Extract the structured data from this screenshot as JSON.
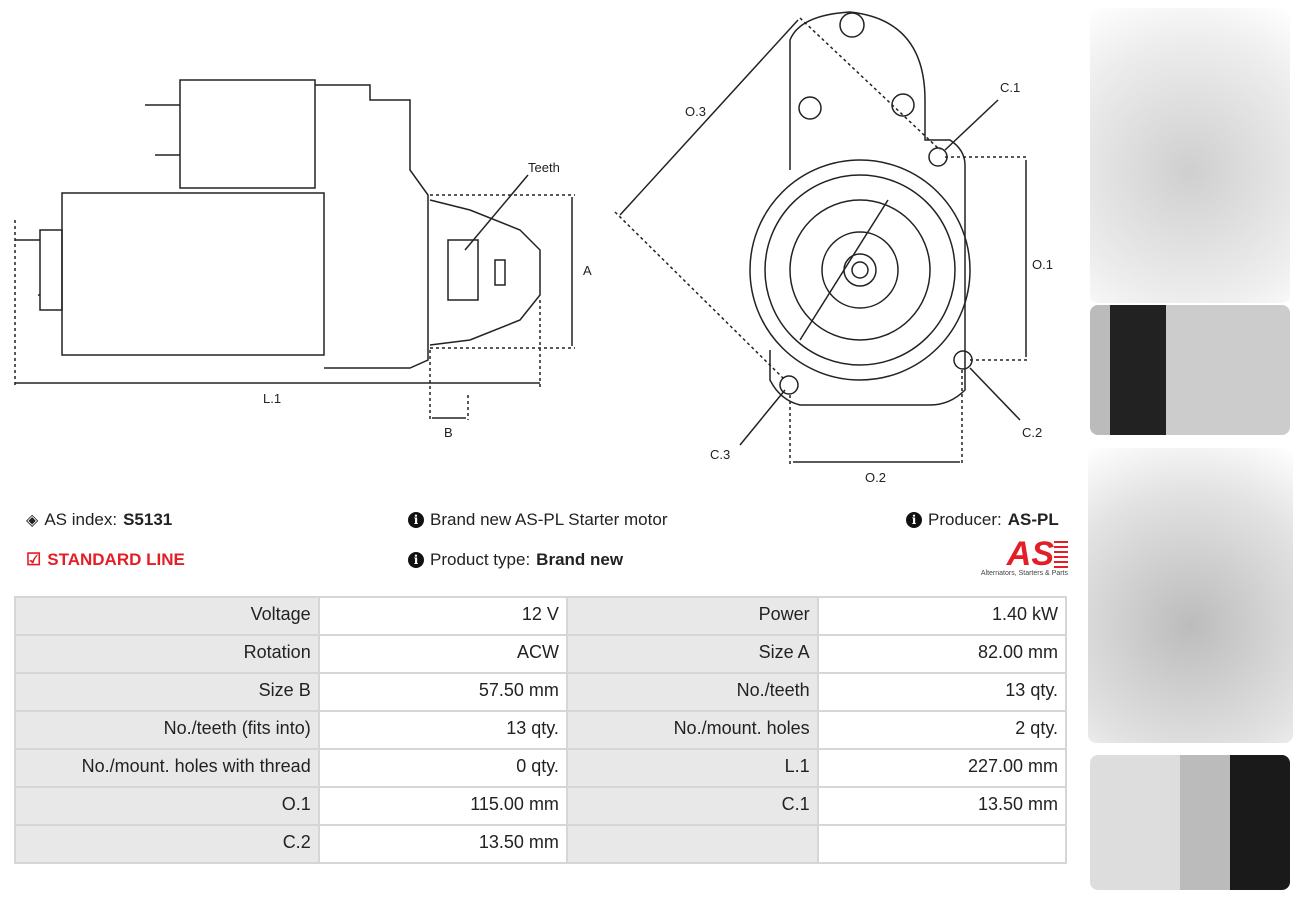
{
  "drawing": {
    "teeth": "Teeth",
    "a": "A",
    "b": "B",
    "l1": "L.1",
    "o1": "O.1",
    "o2": "O.2",
    "o3": "O.3",
    "c1": "C.1",
    "c2": "C.2",
    "c3": "C.3"
  },
  "info": {
    "as_index_label": "AS index:",
    "as_index": "S5131",
    "standard_line": "STANDARD LINE",
    "description": "Brand new AS-PL Starter motor",
    "product_type_label": "Product type:",
    "product_type": "Brand new",
    "producer_label": "Producer:",
    "producer": "AS-PL"
  },
  "logo": {
    "text": "AS",
    "tagline": "Alternators, Starters & Parts"
  },
  "specs": [
    {
      "l1": "Voltage",
      "v1": "12 V",
      "l2": "Power",
      "v2": "1.40 kW"
    },
    {
      "l1": "Rotation",
      "v1": "ACW",
      "l2": "Size A",
      "v2": "82.00 mm"
    },
    {
      "l1": "Size B",
      "v1": "57.50 mm",
      "l2": "No./teeth",
      "v2": "13 qty."
    },
    {
      "l1": "No./teeth (fits into)",
      "v1": "13 qty.",
      "l2": "No./mount. holes",
      "v2": "2 qty."
    },
    {
      "l1": "No./mount. holes with thread",
      "v1": "0 qty.",
      "l2": "L.1",
      "v2": "227.00 mm"
    },
    {
      "l1": "O.1",
      "v1": "115.00 mm",
      "l2": "C.1",
      "v2": "13.50 mm"
    },
    {
      "l1": "C.2",
      "v1": "13.50 mm",
      "l2": "",
      "v2": ""
    }
  ],
  "colors": {
    "accent": "#e41e26"
  }
}
